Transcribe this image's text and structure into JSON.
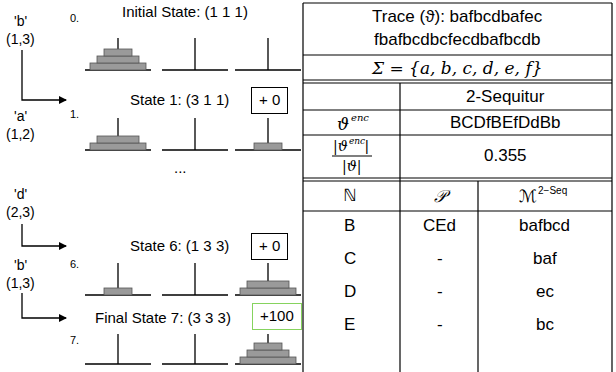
{
  "diagram": {
    "nodes": [
      {
        "text": [
          "+ 0"
        ]
      },
      {
        "text": [
          "+ 0"
        ]
      },
      {
        "text": [
          "+100"
        ]
      }
    ],
    "labels": [
      "Initial State: (1 1 1)",
      "'b'",
      "(1,3)",
      "0.",
      "State 1: (3 1 1)",
      "'a'",
      "(1,2)",
      "1.",
      "...",
      "'d'",
      "(2,3)",
      "State 6: (1 3 3)",
      "6.",
      "'b'",
      "(1,3)",
      "Final State 7: (3 3 3)",
      "7.",
      "Trace (ϑ): bafbcdbafec",
      "fbafbcdbcfecdbafbcdb",
      "Σ = {a, b, c, d, e, f}",
      "2-Sequitur",
      "ϑ",
      "enc",
      "BCDfBEfDdBb",
      "|ϑ",
      "enc",
      "|",
      "|ϑ|",
      "0.355",
      "ℕ",
      "𝒫",
      "ℳ",
      "2−Seq",
      "B",
      "CEd",
      "bafbcd",
      "C",
      "-",
      "baf",
      "D",
      "-",
      "ec",
      "E",
      "-",
      "bc"
    ]
  }
}
